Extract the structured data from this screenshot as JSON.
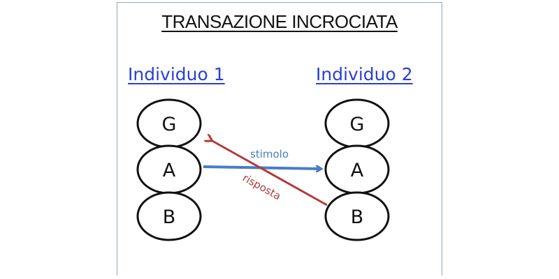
{
  "title": "TRANSAZIONE INCROCIATA",
  "individuals": [
    {
      "label": "Individuo 1",
      "states": [
        "G",
        "A",
        "B"
      ]
    },
    {
      "label": "Individuo 2",
      "states": [
        "G",
        "A",
        "B"
      ]
    }
  ],
  "arrows": {
    "stimulus": {
      "label": "stimolo",
      "color": "#4a7cc7"
    },
    "response": {
      "label": "risposta",
      "color": "#b13a3a"
    }
  }
}
